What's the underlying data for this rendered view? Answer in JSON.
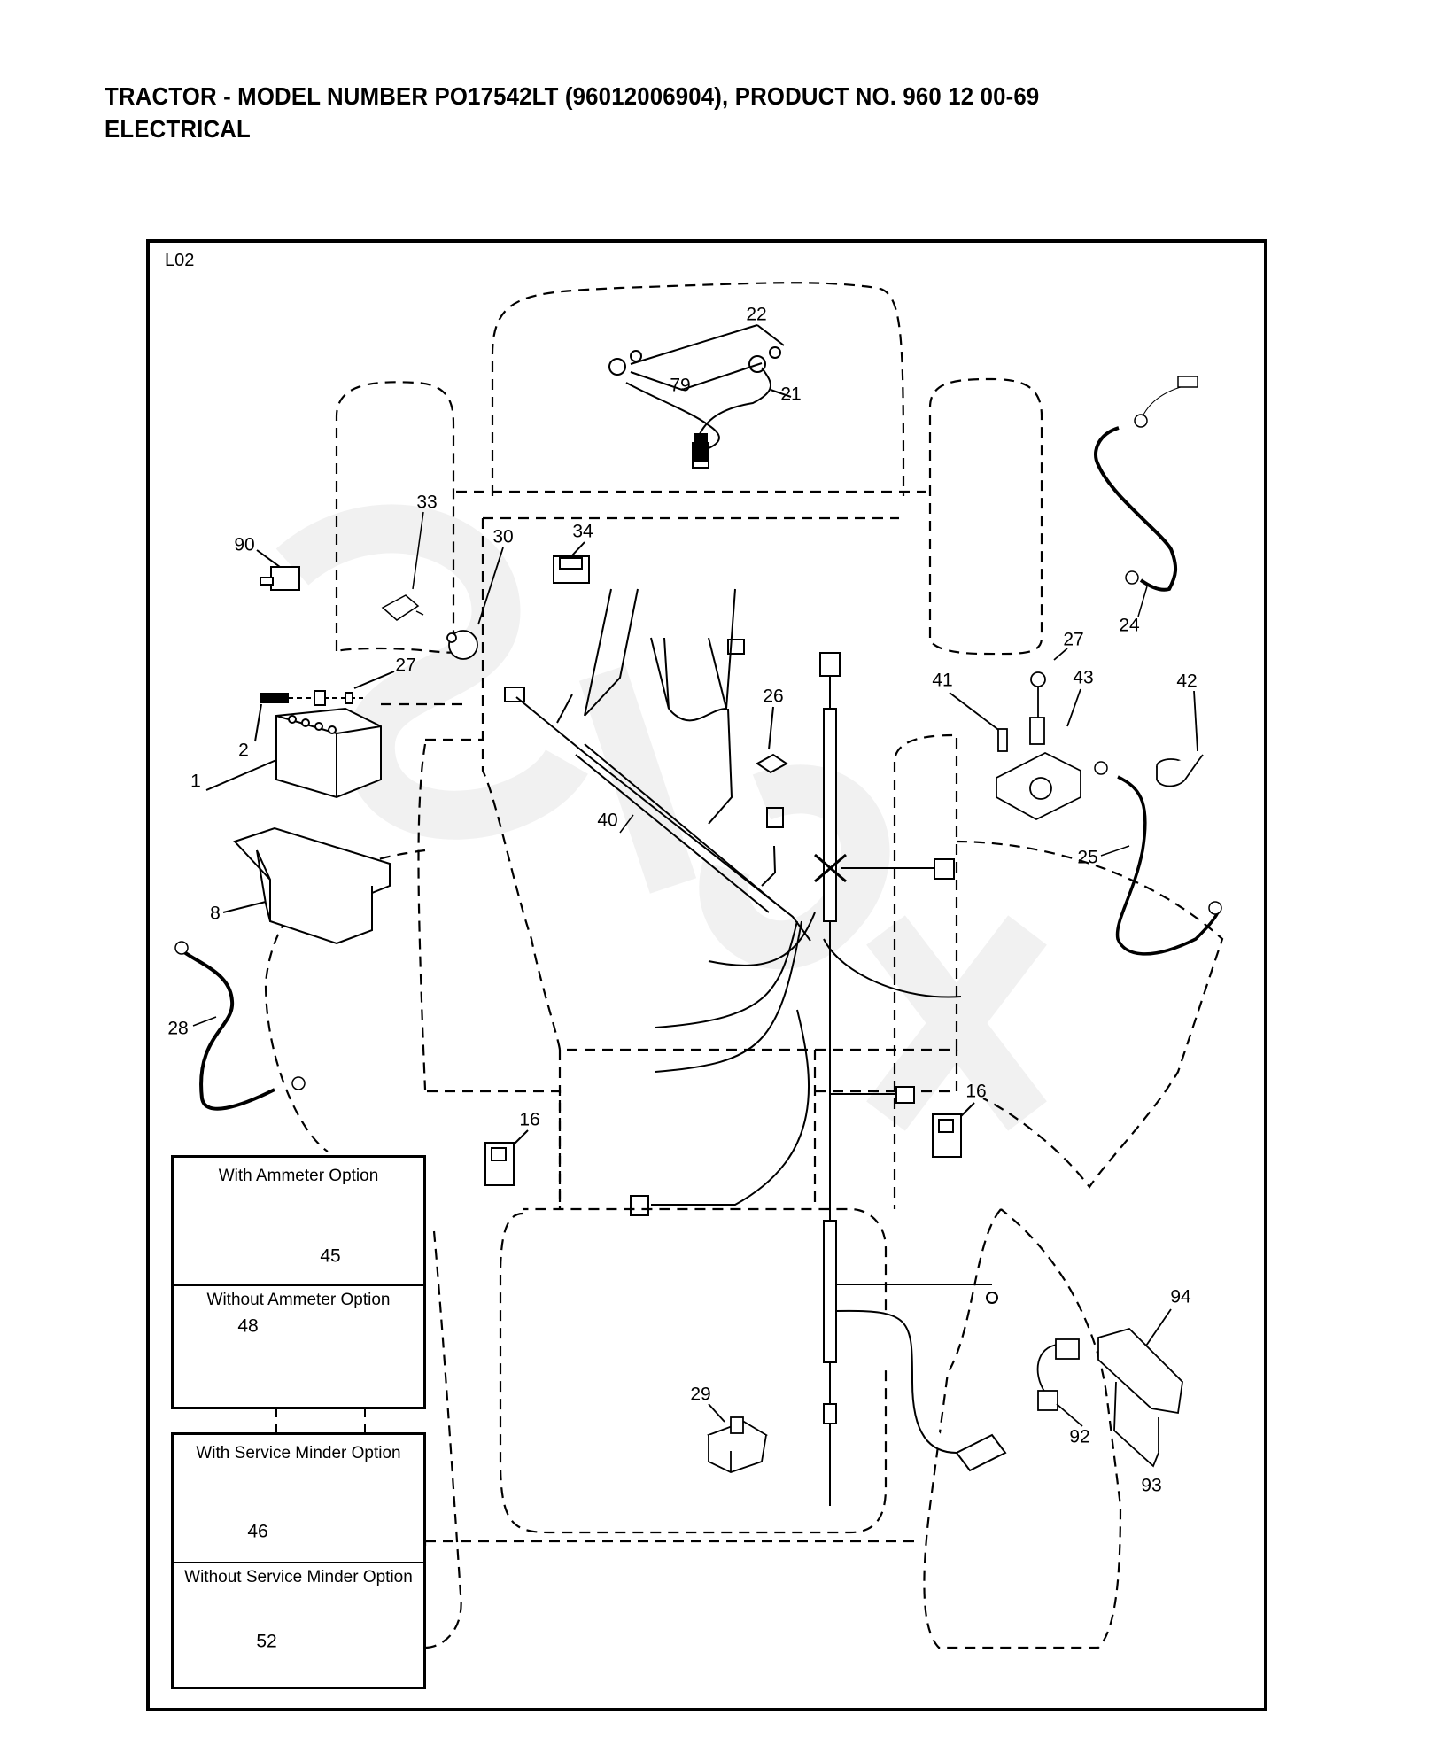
{
  "header": {
    "title_line1": "TRACTOR  - MODEL NUMBER  PO17542LT (96012006904), PRODUCT NO. 960 12 00-69",
    "title_line2": "ELECTRICAL"
  },
  "diagram": {
    "page_code": "L02",
    "callouts": [
      {
        "id": "22",
        "label": "22"
      },
      {
        "id": "79",
        "label": "79"
      },
      {
        "id": "21",
        "label": "21"
      },
      {
        "id": "33",
        "label": "33"
      },
      {
        "id": "90",
        "label": "90"
      },
      {
        "id": "30",
        "label": "30"
      },
      {
        "id": "34",
        "label": "34"
      },
      {
        "id": "27a",
        "label": "27"
      },
      {
        "id": "2",
        "label": "2"
      },
      {
        "id": "1",
        "label": "1"
      },
      {
        "id": "8",
        "label": "8"
      },
      {
        "id": "28",
        "label": "28"
      },
      {
        "id": "40",
        "label": "40"
      },
      {
        "id": "26",
        "label": "26"
      },
      {
        "id": "24",
        "label": "24"
      },
      {
        "id": "27b",
        "label": "27"
      },
      {
        "id": "41",
        "label": "41"
      },
      {
        "id": "43",
        "label": "43"
      },
      {
        "id": "42",
        "label": "42"
      },
      {
        "id": "25",
        "label": "25"
      },
      {
        "id": "16a",
        "label": "16"
      },
      {
        "id": "16b",
        "label": "16"
      },
      {
        "id": "29",
        "label": "29"
      },
      {
        "id": "94",
        "label": "94"
      },
      {
        "id": "92",
        "label": "92"
      },
      {
        "id": "93",
        "label": "93"
      }
    ],
    "option_boxes": [
      {
        "sections": [
          {
            "title": "With Ammeter Option",
            "part": "45"
          },
          {
            "title": "Without Ammeter Option",
            "part": "48"
          }
        ]
      },
      {
        "sections": [
          {
            "title": "With Service Minder Option",
            "part": "46"
          },
          {
            "title": "Without Service Minder Option",
            "part": "52"
          }
        ]
      }
    ]
  }
}
